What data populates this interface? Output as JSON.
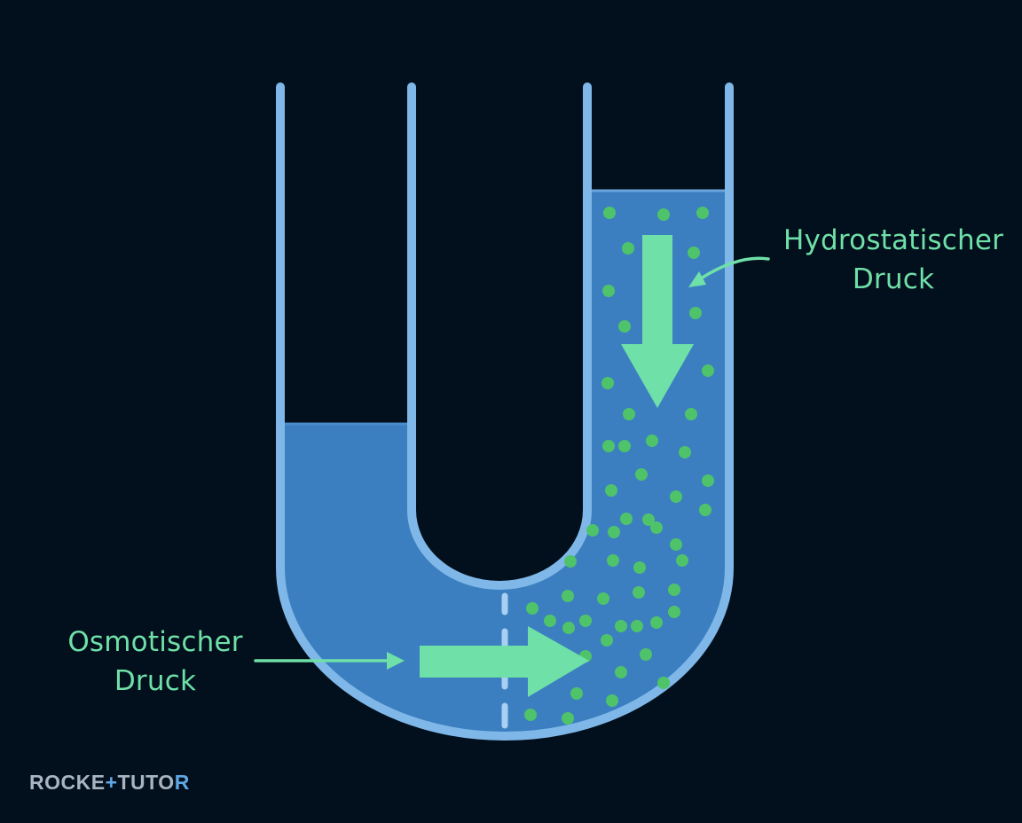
{
  "labels": {
    "hydrostatic_line1": "Hydrostatischer",
    "hydrostatic_line2": "Druck",
    "osmotic_line1": "Osmotischer",
    "osmotic_line2": "Druck"
  },
  "logo": {
    "part1": "ROCKE",
    "part2": "+",
    "part3": "TUTO",
    "part4": "R"
  },
  "colors": {
    "background": "#020f1c",
    "tube_wall": "#7fb8e8",
    "water": "#3b7fc0",
    "particles": "#4fc36a",
    "arrows": "#6fe0a8",
    "label_text": "#6fe0a8"
  },
  "diagram": {
    "solute_particles": "green-dots",
    "membrane": "semipermeable-dashed-line"
  }
}
